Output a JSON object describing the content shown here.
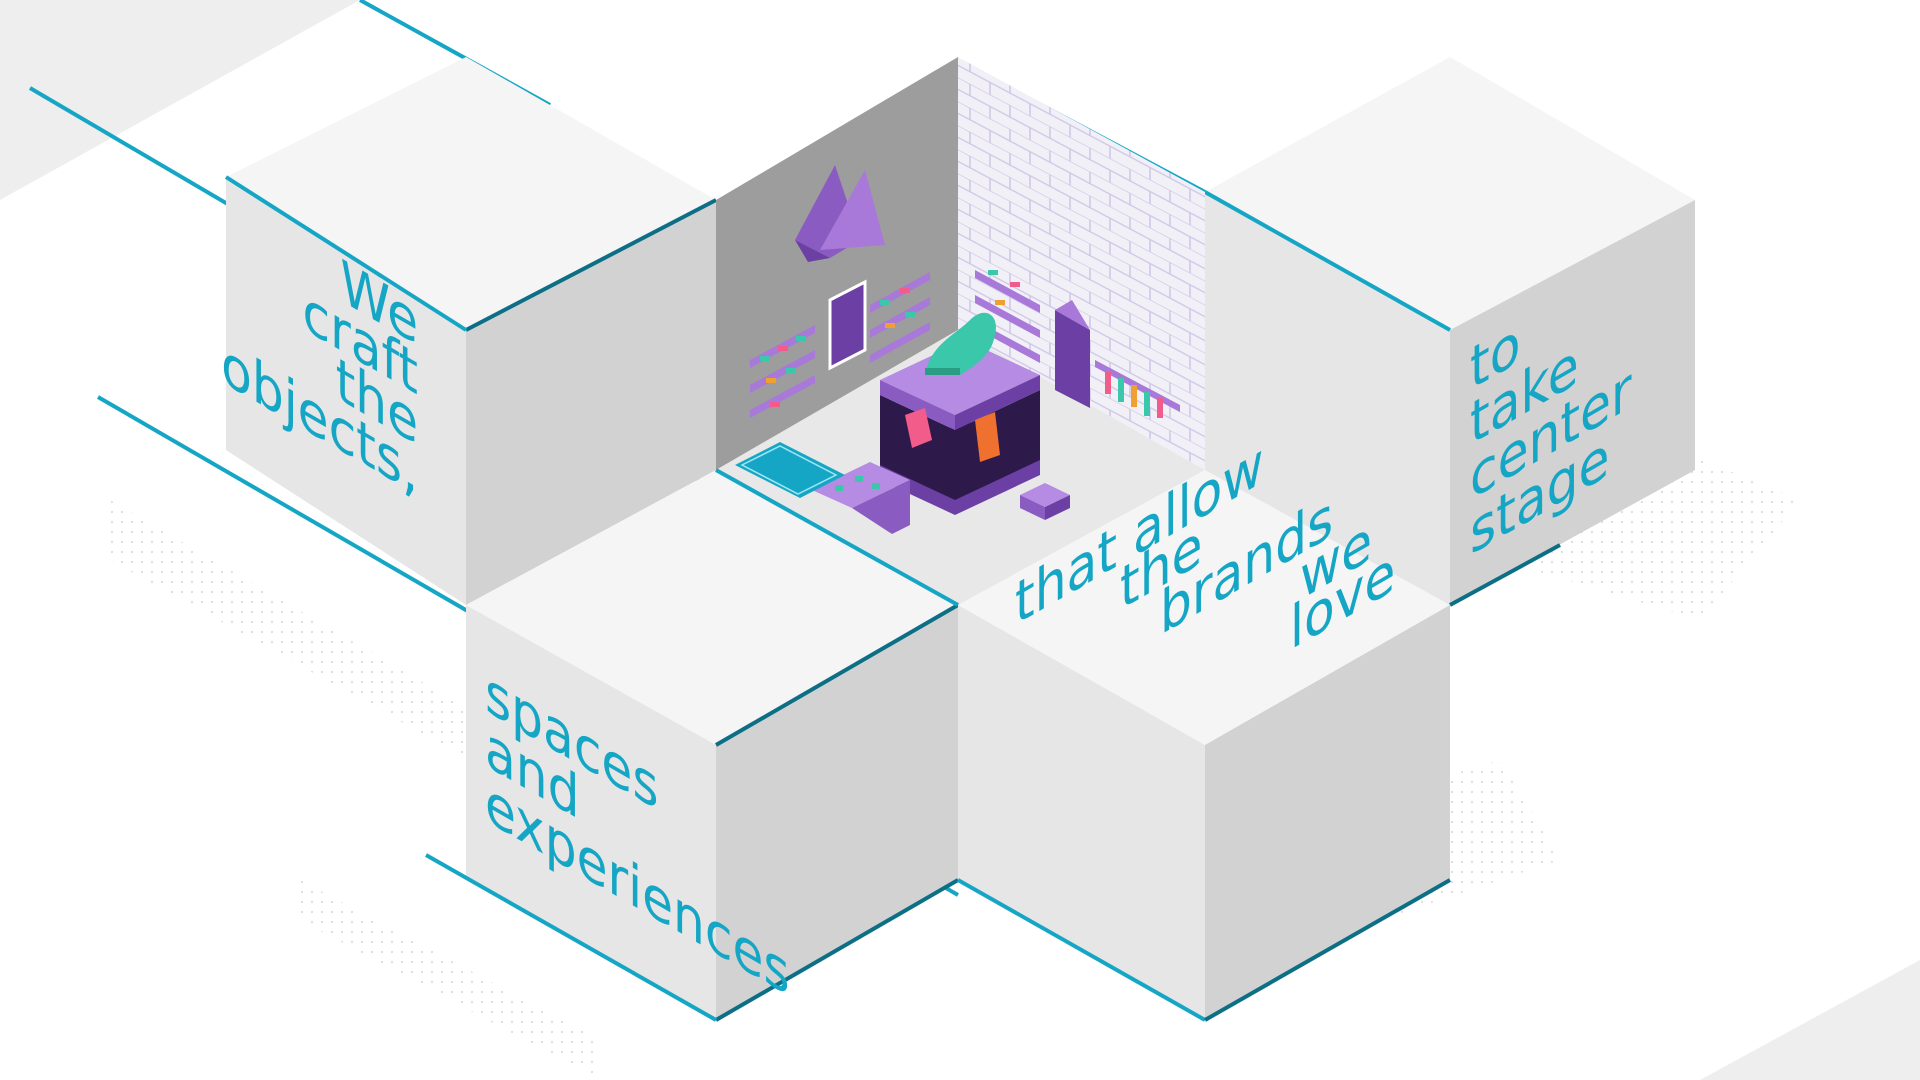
{
  "text": {
    "cube1": [
      "We",
      "craft",
      "the",
      "objects,"
    ],
    "cube2": [
      "spaces",
      "and",
      "experiences"
    ],
    "cube3": [
      "that allow",
      "the",
      "brands",
      "we",
      "love"
    ],
    "cube4": [
      "to",
      "take",
      "center",
      "stage"
    ]
  },
  "colors": {
    "accent": "#16a6c5",
    "accent_dark": "#0d6f86",
    "cube_top": "#f5f5f5",
    "cube_left": "#e6e6e6",
    "cube_right": "#d2d2d2",
    "room_wall": "#9d9d9d",
    "room_floor": "#e8e8e8",
    "purple": "#a879d9",
    "teal": "#3bc7a9"
  },
  "illustration": {
    "name": "isometric-retail-store",
    "icons": [
      "shelf-icon",
      "sneaker-icon",
      "hoodie-icon",
      "kiosk-icon",
      "crystal-sculpture-icon",
      "clothes-rack-icon",
      "bench-icon"
    ]
  }
}
